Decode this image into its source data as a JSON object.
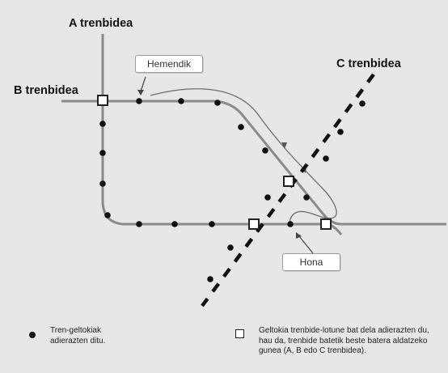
{
  "lines": {
    "a_label": "A trenbidea",
    "b_label": "B trenbidea",
    "c_label": "C trenbidea"
  },
  "callouts": {
    "from": "Hemendik",
    "to": "Hona"
  },
  "legend": {
    "station_text": "Tren-geltokiak adierazten ditu.",
    "interchange_text": "Geltokia trenbide-lotune bat dela adierazten du, hau da, trenbide batetik beste batera aldatzeko gunea (A, B edo C trenbidea)."
  },
  "colors": {
    "background": "#e7e7e7",
    "track": "#8a8a8a",
    "station": "#111111",
    "line_c": "#111111"
  }
}
